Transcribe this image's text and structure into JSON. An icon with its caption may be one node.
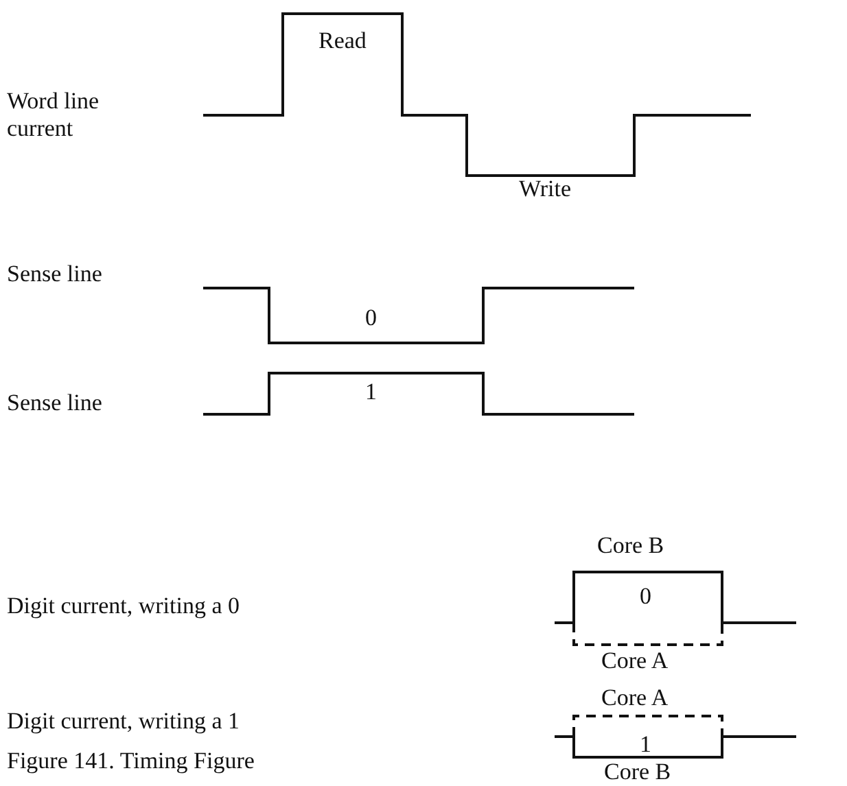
{
  "diagram": {
    "caption": "Figure 141. Timing Figure",
    "labels": [
      "Word line current",
      "Read",
      "Write",
      "Sense line",
      "0",
      "Sense line",
      "1",
      "Core B",
      "Digit current, writing a 0",
      "0",
      "Core A",
      "Core A",
      "Digit current, writing a 1",
      "1",
      "Core B"
    ]
  }
}
